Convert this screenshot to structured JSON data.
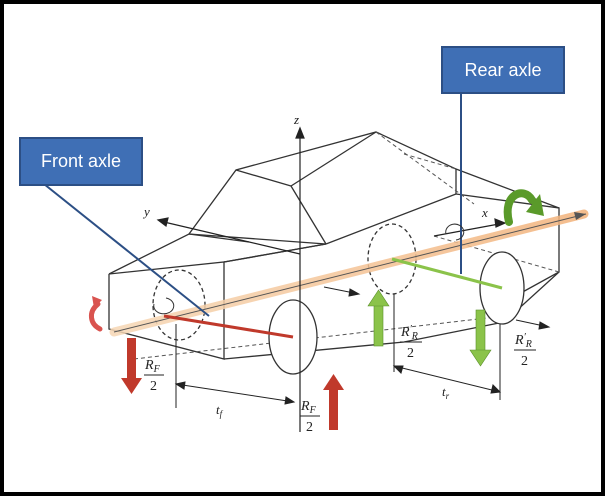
{
  "callouts": {
    "front_axle": "Front axle",
    "rear_axle": "Rear axle"
  },
  "axes": {
    "x": "x",
    "y": "y",
    "z": "z"
  },
  "track_labels": {
    "front": "t",
    "front_sub": "f",
    "rear": "t",
    "rear_sub": "r"
  },
  "forces": {
    "front_left": {
      "num": "R",
      "sub": "F",
      "den": "2"
    },
    "front_right": {
      "num": "R",
      "sub": "F",
      "den": "2"
    },
    "rear_left": {
      "num": "R",
      "sub": "R",
      "prime": "′",
      "den": "2"
    },
    "rear_right": {
      "num": "R",
      "sub": "R",
      "prime": "′",
      "den": "2"
    }
  },
  "colors": {
    "front_force": "#c0392b",
    "rear_force": "#7cb342",
    "rotation_arrow": "#5a9a2a",
    "callout_fill": "#3f6fb5",
    "roll_axis": "#f0c090"
  }
}
